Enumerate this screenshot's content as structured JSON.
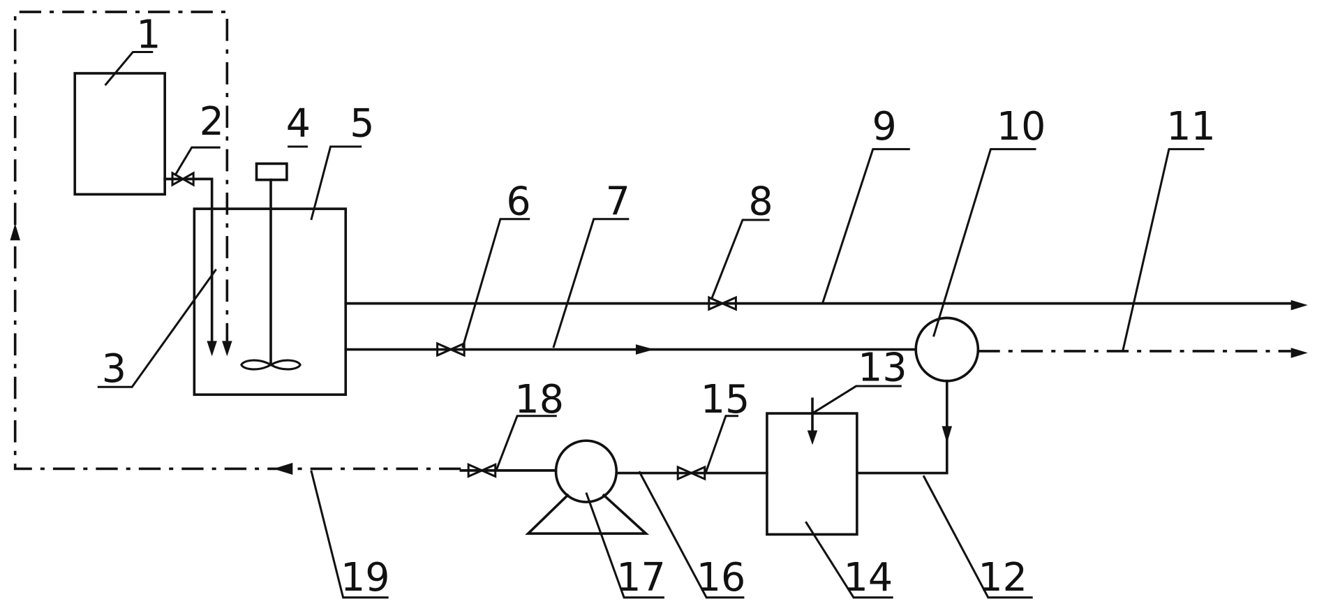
{
  "labels": {
    "n1": "1",
    "n2": "2",
    "n3": "3",
    "n4": "4",
    "n5": "5",
    "n6": "6",
    "n7": "7",
    "n8": "8",
    "n9": "9",
    "n10": "10",
    "n11": "11",
    "n12": "12",
    "n13": "13",
    "n14": "14",
    "n15": "15",
    "n16": "16",
    "n17": "17",
    "n18": "18",
    "n19": "19"
  }
}
